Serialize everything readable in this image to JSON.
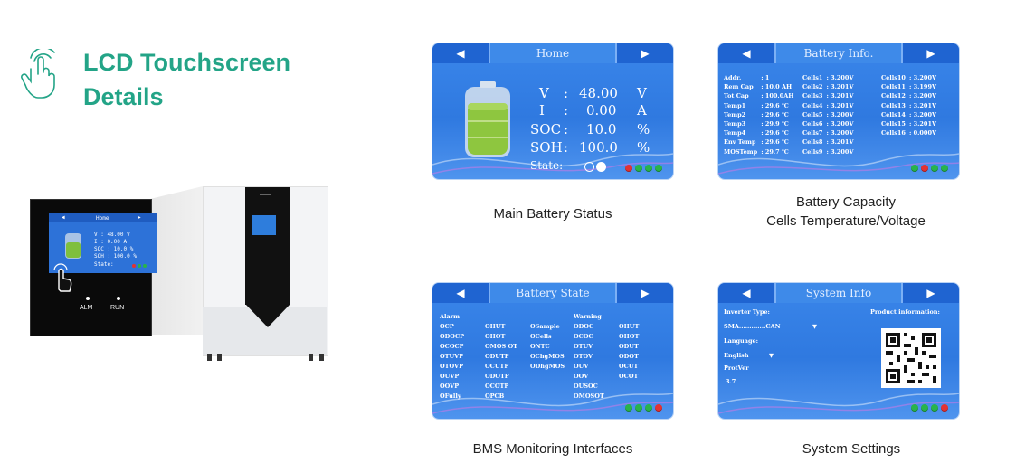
{
  "heading": {
    "line1": "LCD Touchscreen",
    "line2": "Details"
  },
  "colors": {
    "accent": "#23a487",
    "lcd_blue": "#2f79e0",
    "led_green": "#29b34a",
    "led_red": "#e33232"
  },
  "device": {
    "mini_title": "Home",
    "mini_rows": [
      "V  :  48.00   V",
      "I  :   0.00   A",
      "SOC :  10.0    %",
      "SOH : 100.0    %",
      "State:"
    ],
    "alm": "ALM",
    "run": "RUN",
    "icons": [
      "hand-touch-icon",
      "cabinet-image"
    ]
  },
  "home": {
    "title": "Home",
    "rows": [
      {
        "label": "V",
        "value": "48.00",
        "unit": "V"
      },
      {
        "label": "I",
        "value": "0.00",
        "unit": "A"
      },
      {
        "label": "SOC",
        "value": "10.0",
        "unit": "%"
      },
      {
        "label": "SOH",
        "value": "100.0",
        "unit": "%"
      }
    ],
    "state_label": "State:",
    "caption": "Main Battery Status"
  },
  "info": {
    "title": "Battery Info.",
    "col1": [
      [
        "Addr.",
        ": 1"
      ],
      [
        "Rem Cap",
        ": 10.0 AH"
      ],
      [
        "Tot Cap",
        ": 100.0AH"
      ],
      [
        "Temp1",
        ": 29.6 ℃"
      ],
      [
        "Temp2",
        ": 29.6 ℃"
      ],
      [
        "Temp3",
        ": 29.9 ℃"
      ],
      [
        "Temp4",
        ": 29.6 ℃"
      ],
      [
        "Env Temp",
        ": 29.6 ℃"
      ],
      [
        "MOSTemp",
        ": 29.7 ℃"
      ]
    ],
    "col2": [
      [
        "Cells1",
        ": 3.200V"
      ],
      [
        "Cells2",
        ": 3.201V"
      ],
      [
        "Cells3",
        ": 3.201V"
      ],
      [
        "Cells4",
        ": 3.201V"
      ],
      [
        "Cells5",
        ": 3.200V"
      ],
      [
        "Cells6",
        ": 3.200V"
      ],
      [
        "Cells7",
        ": 3.200V"
      ],
      [
        "Cells8",
        ": 3.201V"
      ],
      [
        "Cells9",
        ": 3.200V"
      ]
    ],
    "col3": [
      [
        "Cells10",
        ": 3.200V"
      ],
      [
        "Cells11",
        ": 3.199V"
      ],
      [
        "Cells12",
        ": 3.200V"
      ],
      [
        "Cells13",
        ": 3.201V"
      ],
      [
        "Cells14",
        ": 3.200V"
      ],
      [
        "Cells15",
        ": 3.201V"
      ],
      [
        "Cells16",
        ": 0.000V"
      ]
    ],
    "caption1": "Battery Capacity",
    "caption2": "Cells Temperature/Voltage"
  },
  "state": {
    "title": "Battery State",
    "alarm_head": "Alarm",
    "warning_head": "Warning",
    "alarm_c1": [
      "OCP",
      "ODOCP",
      "OCOCP",
      "OTUVP",
      "OTOVP",
      "OUVP",
      "OOVP",
      "OFully"
    ],
    "alarm_c2": [
      "OHUT",
      "OHOT",
      "OMOS OT",
      "ODUTP",
      "OCUTP",
      "ODOTP",
      "OCOTP",
      "OPCB"
    ],
    "alarm_c3": [
      "OSample",
      "OCells",
      "ONTC",
      "OChgMOS",
      "ODhgMOS"
    ],
    "warn_c1": [
      "ODOC",
      "OCOC",
      "OTUV",
      "OTOV",
      "OUV",
      "OOV",
      "OUSOC",
      "OMOSOT"
    ],
    "warn_c2": [
      "OHUT",
      "OHOT",
      "ODUT",
      "ODOT",
      "OCUT",
      "OCOT"
    ],
    "caption": "BMS Monitoring Interfaces"
  },
  "system": {
    "title": "System Info",
    "inverter_label": "Inverter Type:",
    "inverter_value": "SMA.............CAN",
    "product_label": "Product information:",
    "language_label": "Language:",
    "language_value": "English",
    "protver_label": "ProtVer",
    "protver_value": "3.7",
    "caption": "System Settings"
  }
}
